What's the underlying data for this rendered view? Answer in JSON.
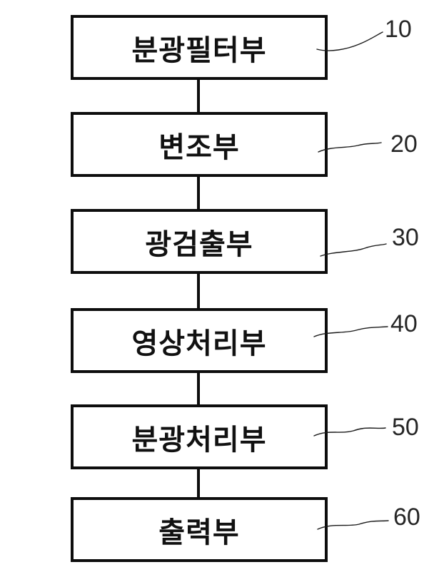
{
  "diagram": {
    "title": "block-diagram",
    "blocks": [
      {
        "label": "분광필터부",
        "ref": "10"
      },
      {
        "label": "변조부",
        "ref": "20"
      },
      {
        "label": "광검출부",
        "ref": "30"
      },
      {
        "label": "영상처리부",
        "ref": "40"
      },
      {
        "label": "분광처리부",
        "ref": "50"
      },
      {
        "label": "출력부",
        "ref": "60"
      }
    ],
    "colors": {
      "background": "#ffffff",
      "box_border": "#0d0d0d",
      "box_text": "#111111",
      "ref_text": "#262626",
      "leader_line": "#1a1a1a"
    }
  }
}
